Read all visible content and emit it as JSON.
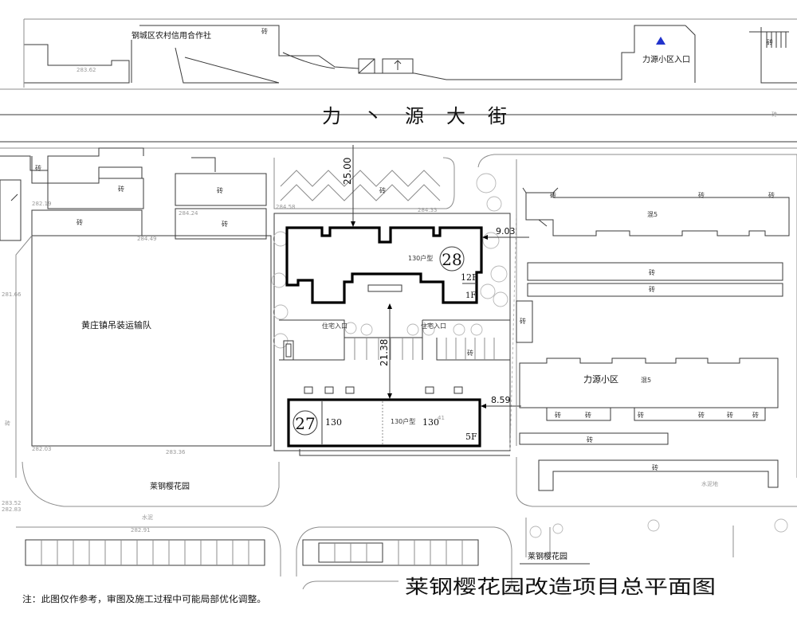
{
  "street_name": "力 丶 源 大 街",
  "plan_title": "莱钢樱花园改造项目总平面图",
  "note": "注：此图仅作参考，审图及施工过程中可能局部优化调整。",
  "brick_label": "砖",
  "labels": {
    "bank": "钢城区农村信用合作社",
    "community_entrance": "力源小区入口",
    "transport_team": "黄庄镇吊装运输队",
    "garden_left": "莱钢樱花园",
    "garden_right": "莱钢樱花园",
    "liyuan_community": "力源小区",
    "residence_entry_1": "住宅入口",
    "residence_entry_2": "住宅入口",
    "mix_5_a": "混5",
    "mix_5_b": "混5",
    "cement_1": "水泥",
    "cement_ground": "水泥地",
    "side_road": "水泥"
  },
  "building_28": {
    "number": "28",
    "unit_type": "130户型",
    "floors": "12F",
    "ground_floor": "1F"
  },
  "building_27": {
    "number": "27",
    "unit_a": "130",
    "unit_type": "130户型",
    "unit_b": "130",
    "unit_b_sup": "41",
    "floors": "5F"
  },
  "dimensions": {
    "street_setback": "25.00",
    "building_gap": "21.38",
    "east_28": "9.03",
    "east_27": "8.59"
  },
  "elevations": [
    "283.62",
    "282.19",
    "284.24",
    "284.49",
    "284.58",
    "284.33",
    "281.66",
    "282.03",
    "283.36",
    "283.52",
    "282.83",
    "282.91"
  ],
  "colors": {
    "line": "#3a3a3a",
    "building": "#000000",
    "tree": "#b6b6b6",
    "entrance_marker": "#2233cc"
  },
  "icons": [
    "entrance-triangle-icon",
    "north-arrow-icon"
  ]
}
